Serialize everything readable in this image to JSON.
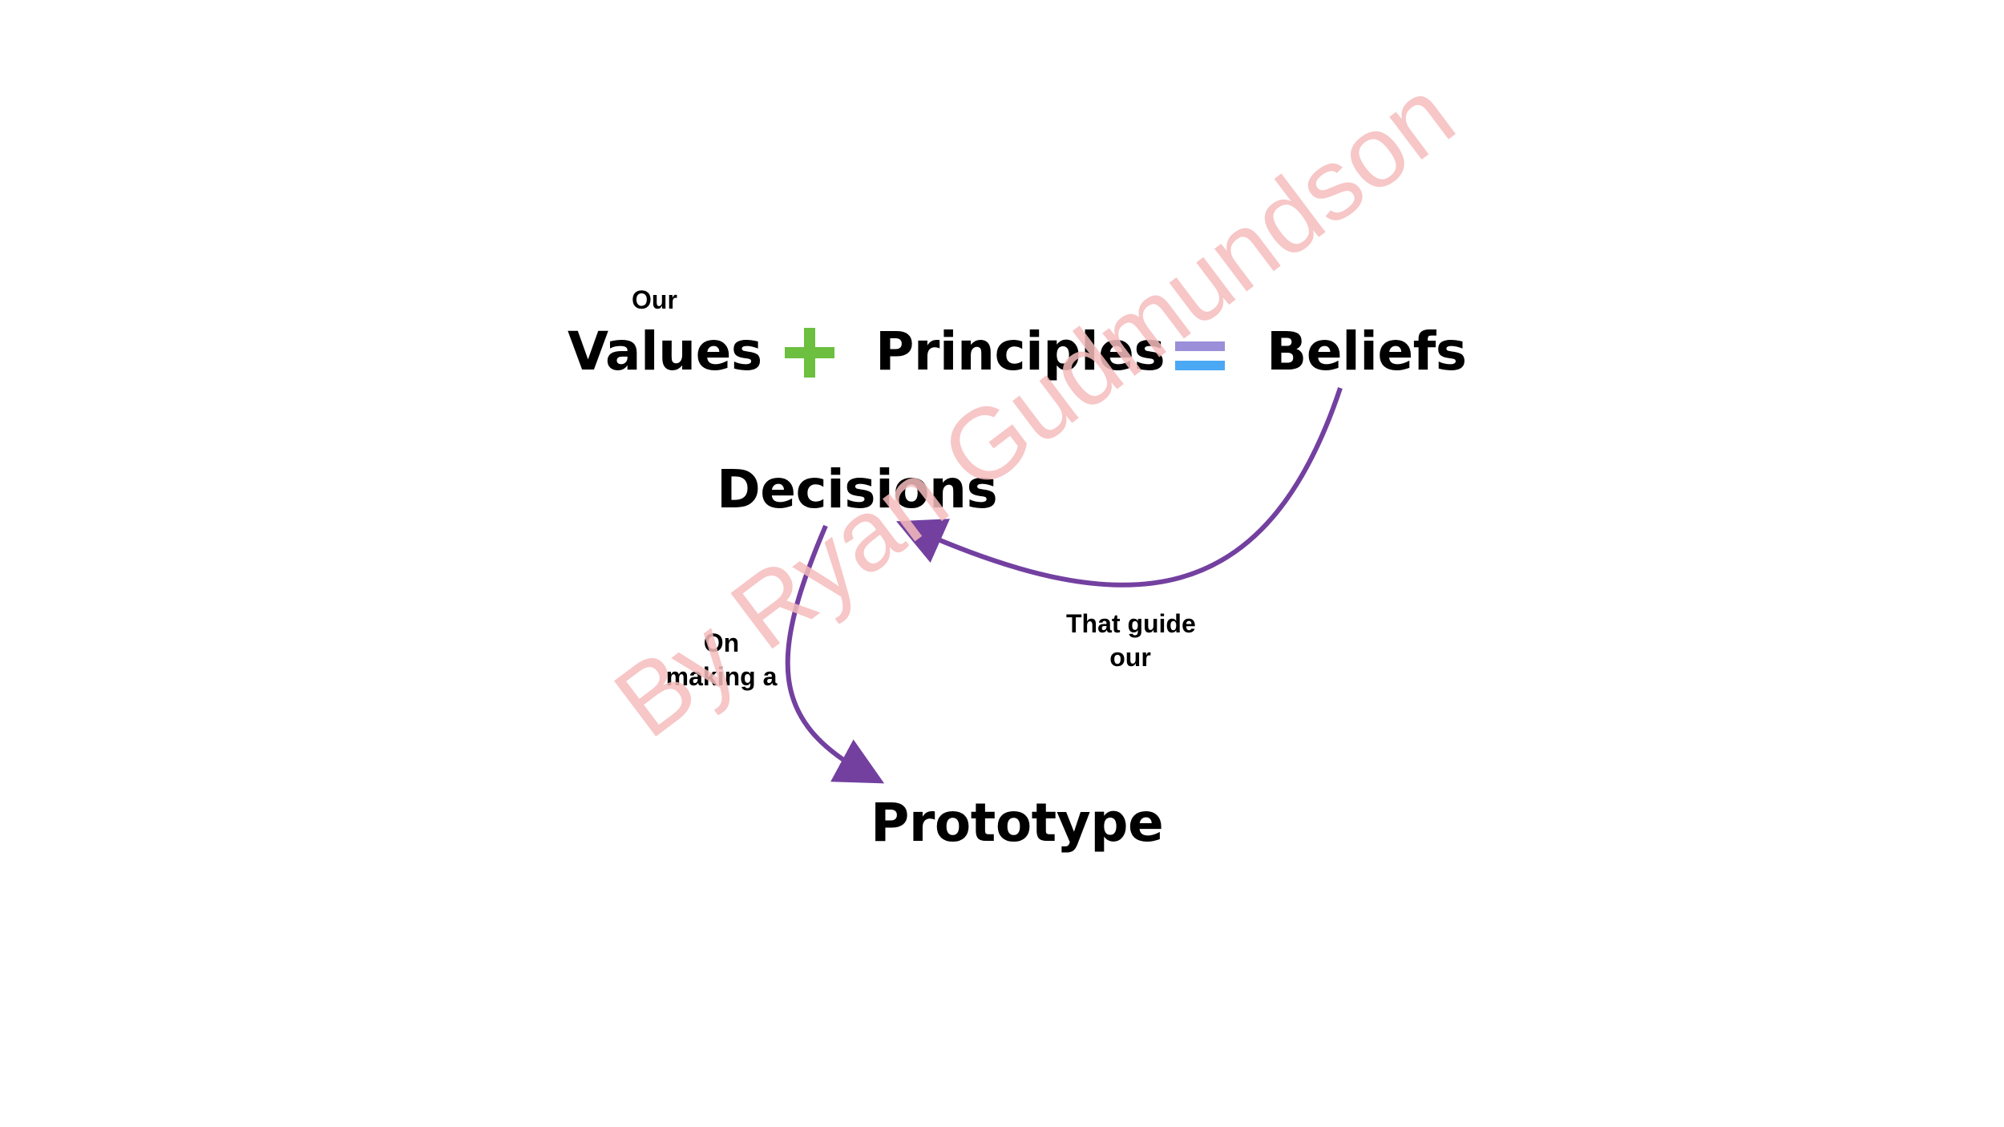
{
  "diagram": {
    "top_label": "Our",
    "values": "Values",
    "plus_symbol": "+",
    "principles": "Principles",
    "equals_symbol": "=",
    "beliefs": "Beliefs",
    "decisions": "Decisions",
    "prototype": "Prototype",
    "guide_label_line1": "That guide",
    "guide_label_line2": "our",
    "making_label_line1": "On",
    "making_label_line2": "making a"
  },
  "watermark": {
    "text": "By Ryan Gudmundson"
  },
  "colors": {
    "plus": "#6cbf3f",
    "equals_top": "#9b8fd9",
    "equals_bottom": "#4aa8f5",
    "arrow": "#7340a0",
    "watermark": "#f6bcbc",
    "text": "#000000"
  }
}
